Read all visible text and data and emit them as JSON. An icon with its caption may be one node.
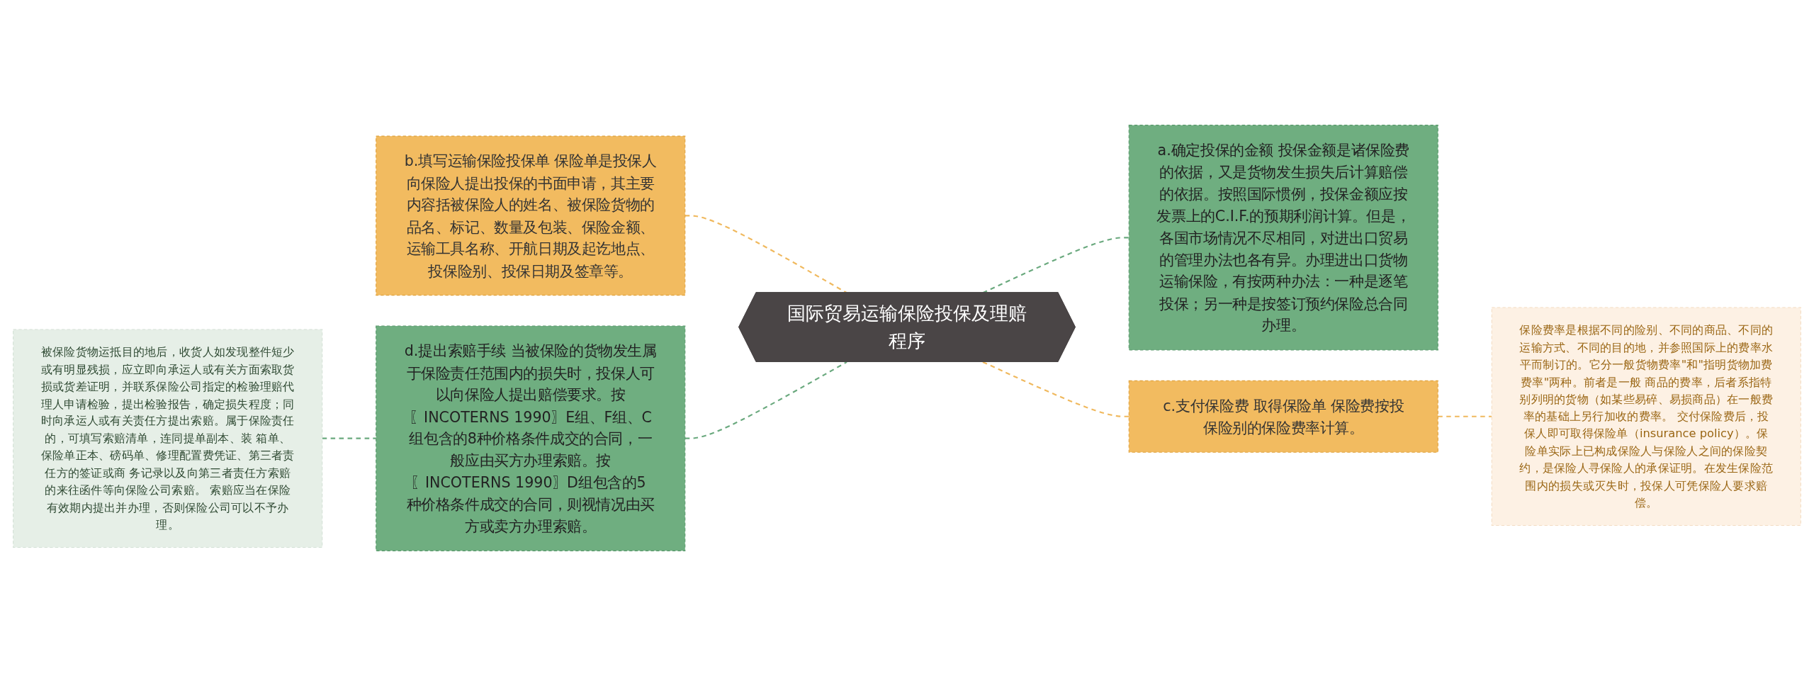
{
  "diagram": {
    "nodes": [
      {
        "text": [
          "国际贸易运输保险投保及理赔程序"
        ]
      },
      {
        "text": [
          "b.填写运输保险投保单 保险单是投保人向保险人提出投保的书面申请，其主要内容括被保险人的姓名、被保险货物的品名、标记、数量及包装、保险金额、运输工具名称、开航日期及起讫地点、投保险别、投保日期及签章等。"
        ]
      },
      {
        "text": [
          "d.提出索赔手续 当被保险的货物发生属于保险责任范围内的损失时，投保人可以向保险人提出赔偿要求。按〖INCOTERNS 1990〗E组、F组、C组包含的8种价格条件成交的合同，一般应由买方办理索赔。按〖INCOTERNS 1990〗D组包含的5 种价格条件成交的合同，则视情况由买方或卖方办理索赔。"
        ]
      },
      {
        "text": [
          "被保险货物运抵目的地后，收货人如发现整件短少或有明显残损，应立即向承运人或有关方面索取货损或货差证明，并联系保险公司指定的检验理赔代理人申请检验，提出检验报告，确定损失程度；同时向承运人或有关责任方提出索赔。属于保险责任的，可填写索赔清单，连同提单副本、装 箱单、保险单正本、磅码单、修理配置费凭证、第三者责任方的签证或商 务记录以及向第三者责任方索赔的来往函件等向保险公司索赔。 索赔应当在保险有效期内提出并办理，否则保险公司可以不予办理。"
        ]
      },
      {
        "text": [
          "a.确定投保的金额 投保金额是诸保险费的依据，又是货物发生损失后计算赔偿的依据。按照国际惯例，投保金额应按发票上的C.I.F.的预期利润计算。但是，各国市场情况不尽相同，对进出口贸易的管理办法也各有异。办理进出口货物运输保险，有按两种办法：一种是逐笔投保；另一种是按签订预约保险总合同办理。"
        ]
      },
      {
        "text": [
          "c.支付保险费 取得保险单 保险费按投保险别的保险费率计算。"
        ]
      },
      {
        "text": [
          "保险费率是根据不同的险别、不同的商品、不同的运输方式、不同的目的地，并参照国际上的费率水平而制订的。它分一般货物费率\"和\"指明货物加费费率\"两种。前者是一般 商品的费率，后者系指特别列明的货物（如某些易碎、易损商品）在一般费率的基础上另行加收的费率。 交付保险费后，投保人即可取得保险单（insurance policy）。保险单实际上已构成保险人与保险人之间的保险契约，是保险人寻保险人的承保证明。在发生保险范围内的损失或灭失时，投保人可凭保险人要求赔偿。"
        ]
      }
    ],
    "edges": [
      {
        "from": 1,
        "to": 0,
        "arrow": "none",
        "style": "dashed",
        "color": "#f0b95e"
      },
      {
        "from": 2,
        "to": 0,
        "arrow": "none",
        "style": "dashed",
        "color": "#6aa97e"
      },
      {
        "from": 3,
        "to": 2,
        "arrow": "none",
        "style": "dashed",
        "color": "#6aa97e"
      },
      {
        "from": 0,
        "to": 4,
        "arrow": "none",
        "style": "dashed",
        "color": "#6aa97e"
      },
      {
        "from": 0,
        "to": 5,
        "arrow": "none",
        "style": "dashed",
        "color": "#f0b95e"
      },
      {
        "from": 5,
        "to": 6,
        "arrow": "none",
        "style": "dashed",
        "color": "#f0b95e"
      }
    ]
  }
}
